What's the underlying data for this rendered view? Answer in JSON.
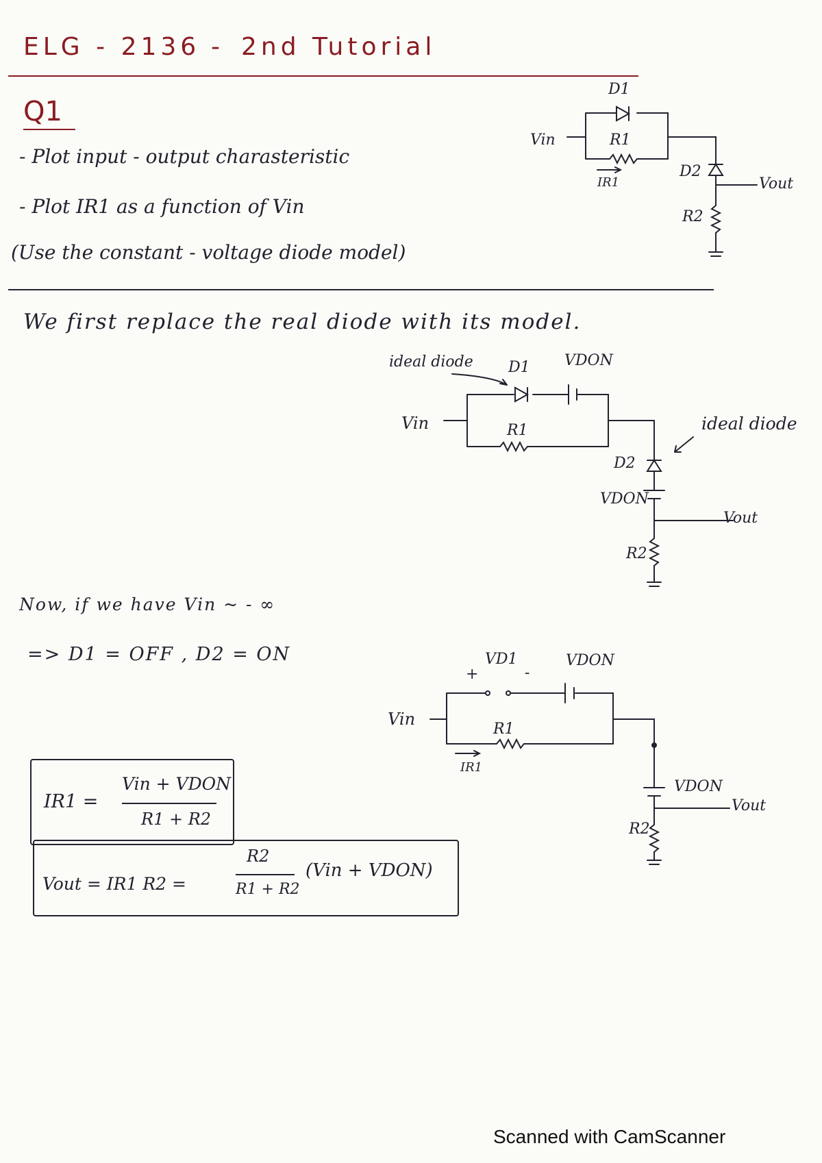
{
  "header": {
    "course": "ELG - 2136",
    "sep": "-",
    "tutorial": "2nd Tutorial"
  },
  "question": {
    "label": "Q1",
    "items": [
      "- Plot input - output charasteristic",
      "- Plot IR1 as a function of Vin",
      "(Use the constant - voltage diode model)"
    ]
  },
  "body": {
    "intro": "We first replace the real diode with its model.",
    "case_line1": "Now, if we have Vin ~ - ∞",
    "case_line2": "=> D1 = OFF ,   D2 = ON"
  },
  "equations": {
    "ir1_lhs": "IR1 =",
    "ir1_num": "Vin + VDON",
    "ir1_den": "R1 + R2",
    "vout_lhs": "Vout = IR1 R2 =",
    "vout_num": "R2",
    "vout_den": "R1 + R2",
    "vout_tail": "(Vin + VDON)"
  },
  "circuit1": {
    "vin": "Vin",
    "d1": "D1",
    "r1": "R1",
    "ir1": "IR1",
    "d2": "D2",
    "r2": "R2",
    "vout": "Vout"
  },
  "circuit2": {
    "ideal1": "ideal diode",
    "d1": "D1",
    "vdon1": "VDON",
    "vin": "Vin",
    "r1": "R1",
    "ideal2": "ideal diode",
    "d2": "D2",
    "vdon2": "VDON",
    "vout": "Vout",
    "r2": "R2"
  },
  "circuit3": {
    "plus": "+",
    "vd1": "VD1",
    "minus": "-",
    "vdon1": "VDON",
    "vin": "Vin",
    "r1": "R1",
    "ir1": "IR1",
    "vdon2": "VDON",
    "vout": "Vout",
    "r2": "R2"
  },
  "footer": {
    "scanner": "Scanned with CamScanner"
  },
  "colors": {
    "ink": "#22222e",
    "header_red": "#8a1c22",
    "paper": "#fbfbf8"
  }
}
